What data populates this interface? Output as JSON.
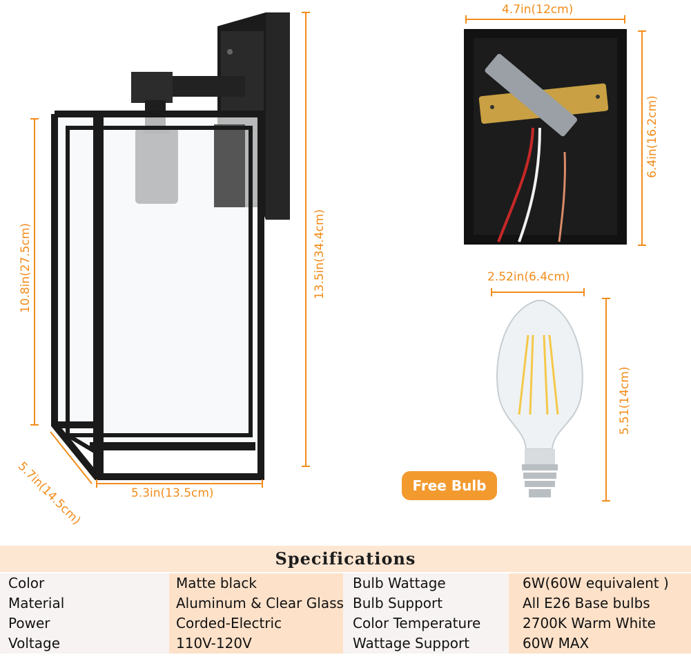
{
  "dimensions": {
    "box_width": "4.7in(12cm)",
    "box_height": "6.4in(16.2cm)",
    "bulb_width": "2.52in(6.4cm)",
    "bulb_height": "5.51(14cm)",
    "lamp_shade_height": "10.8in(27.5cm)",
    "lamp_total_height": "13.5in(34.4cm)",
    "lamp_depth": "5.7in(14.5cm)",
    "lamp_width": "5.3in(13.5cm)"
  },
  "badge": {
    "free_bulb": "Free Bulb"
  },
  "colors": {
    "accent": "#f28c1a",
    "badge": "#f39a2f",
    "title_bg": "#fde6d2",
    "cell_light": "#f7f3f2",
    "cell_peach": "#fde1c9"
  },
  "specifications": {
    "title": "Specifications",
    "rows": [
      {
        "label1": "Color",
        "value1": "Matte black",
        "label2": "Bulb Wattage",
        "value2": "6W(60W equivalent )"
      },
      {
        "label1": "Material",
        "value1": "Aluminum & Clear Glass",
        "label2": "Bulb Support",
        "value2": "All E26 Base bulbs"
      },
      {
        "label1": "Power",
        "value1": "Corded-Electric",
        "label2": "Color Temperature",
        "value2": "2700K Warm White"
      },
      {
        "label1": "Voltage",
        "value1": "110V-120V",
        "label2": "Wattage Support",
        "value2": "60W MAX"
      }
    ]
  }
}
